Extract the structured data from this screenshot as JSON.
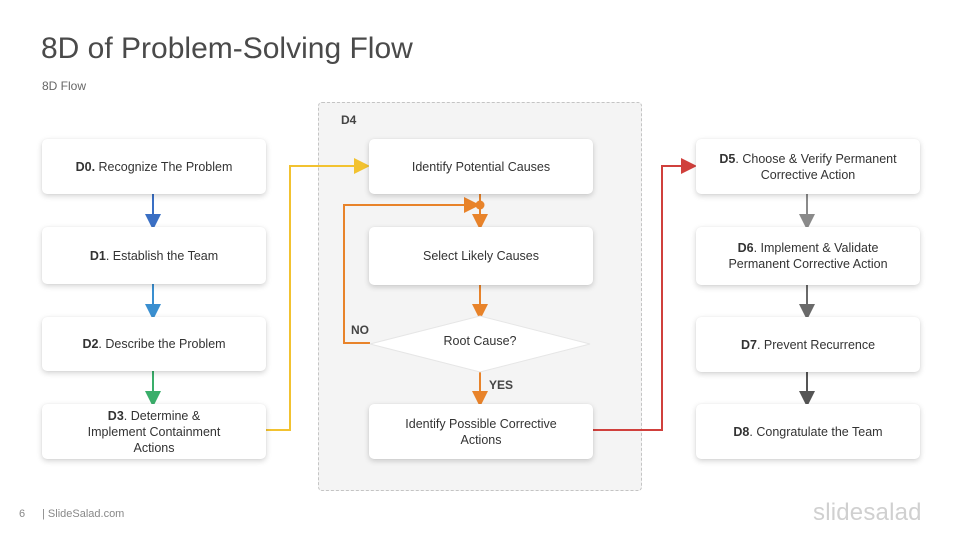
{
  "header": {
    "title": "8D of Problem-Solving Flow",
    "subtitle": "8D Flow"
  },
  "left_column": [
    {
      "code": "D0.",
      "text": " Recognize The Problem"
    },
    {
      "code": "D1",
      "text": ". Establish the Team"
    },
    {
      "code": "D2",
      "text": ". Describe the Problem"
    },
    {
      "code": "D3",
      "text": ". Determine & Implement Containment Actions"
    }
  ],
  "d4": {
    "label": "D4",
    "steps": [
      "Identify Potential Causes",
      "Select Likely Causes",
      "Identify Possible Corrective Actions"
    ],
    "decision": "Root Cause?",
    "no_label": "NO",
    "yes_label": "YES"
  },
  "right_column": [
    {
      "code": "D5",
      "text": ". Choose & Verify Permanent Corrective Action"
    },
    {
      "code": "D6",
      "text": ". Implement & Validate Permanent Corrective Action"
    },
    {
      "code": "D7",
      "text": ". Prevent Recurrence"
    },
    {
      "code": "D8",
      "text": ". Congratulate the Team"
    }
  ],
  "colors": {
    "blue": "#3a6fc4",
    "light_blue": "#3a8fd0",
    "green": "#3aae6a",
    "yellow": "#f2c230",
    "orange": "#e8832a",
    "red": "#d0403c",
    "gray": "#8a8a8a",
    "dark_gray": "#555555"
  },
  "footer": {
    "page": "6",
    "site": "| SlideSalad.com",
    "logo": "slidesalad"
  }
}
